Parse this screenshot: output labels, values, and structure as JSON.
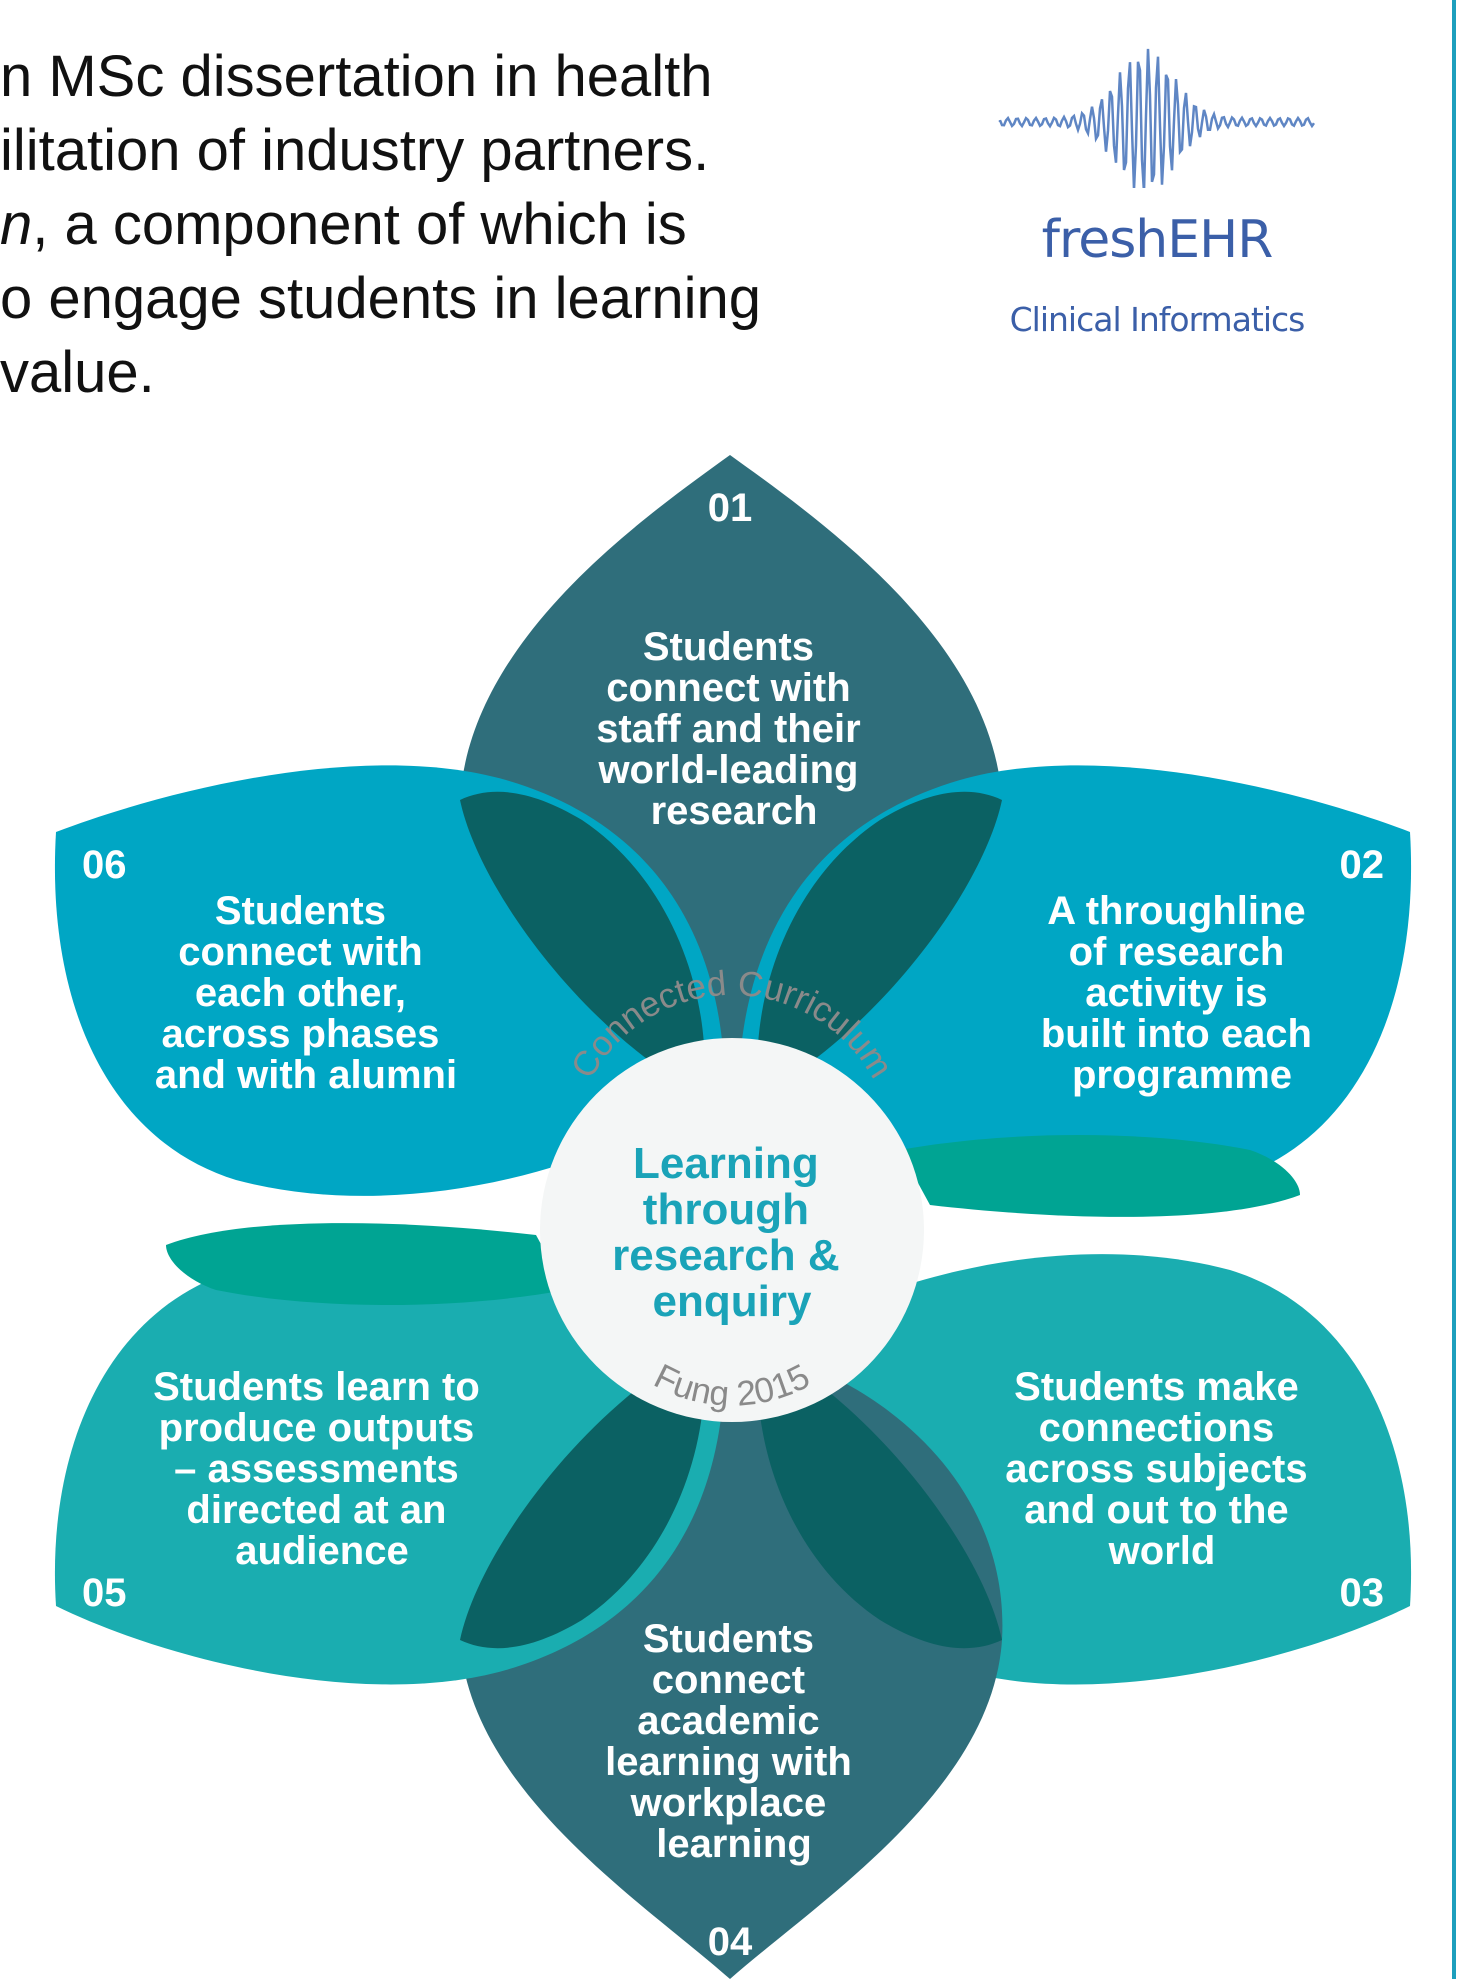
{
  "intro": {
    "line1": "n MSc dissertation in health",
    "line2": "ilitation of industry partners.",
    "line3_italic": "n",
    "line3_rest": ", a component of which is",
    "line4": "o engage students in learning",
    "line5": " value."
  },
  "logo": {
    "name": "freshEHR",
    "subtitle": "Clinical Informatics",
    "icon": "waveform-icon",
    "color": "#3b5fa8"
  },
  "center": {
    "arc_top": "Connected Curriculum",
    "lines": [
      "Learning",
      "through",
      "research &",
      "enquiry"
    ],
    "arc_bottom": "Fung 2015"
  },
  "petals": [
    {
      "number": "01",
      "lines": [
        "Students",
        "connect with",
        "staff and their",
        "world-leading",
        "research"
      ],
      "color": "#2f6e7b"
    },
    {
      "number": "02",
      "lines": [
        "A throughline",
        "of research",
        "activity is",
        "built into each",
        "programme"
      ],
      "color": "#00a6c4"
    },
    {
      "number": "03",
      "lines": [
        "Students make",
        "connections",
        "across subjects",
        "and out to the",
        "world"
      ],
      "color": "#1aadb0"
    },
    {
      "number": "04",
      "lines": [
        "Students",
        "connect",
        "academic",
        "learning with",
        "workplace",
        "learning"
      ],
      "color": "#2f6e7b"
    },
    {
      "number": "05",
      "lines": [
        "Students learn to",
        "produce outputs",
        "– assessments",
        "directed at an",
        "audience"
      ],
      "color": "#1aadb0"
    },
    {
      "number": "06",
      "lines": [
        "Students",
        "connect with",
        "each other,",
        "across phases",
        "and with alumni"
      ],
      "color": "#00a6c4"
    }
  ],
  "colors": {
    "overlap_teal": "#0b6163",
    "overlap_green": "#00a493",
    "center_fill": "#f4f6f6",
    "right_rule": "#1d9fbd"
  }
}
